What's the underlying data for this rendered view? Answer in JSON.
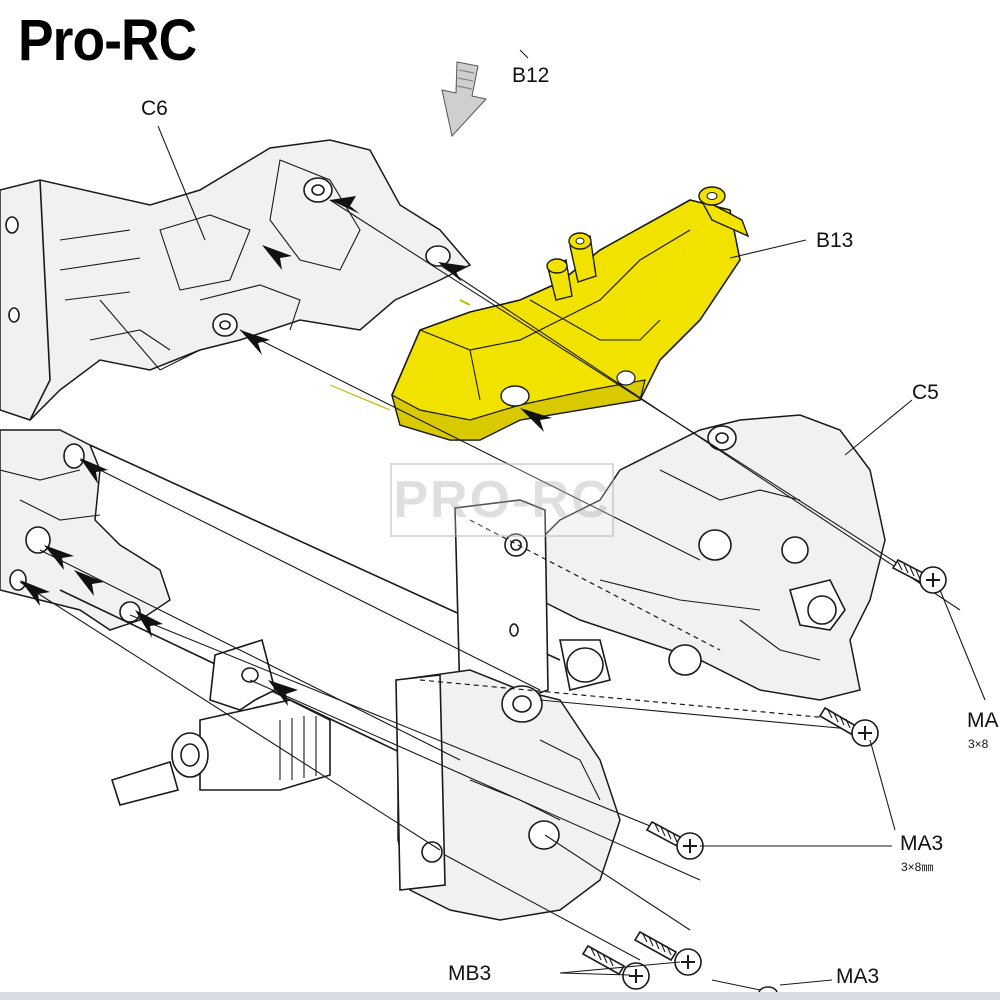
{
  "brand": {
    "text": "Pro-RC"
  },
  "watermark": {
    "text": "PRO-RC"
  },
  "labels": {
    "b12": "B12",
    "c6": "C6",
    "b13": "B13",
    "c5": "C5",
    "ma3_right": "MA",
    "ma3_right_size": "3×8",
    "ma3_mid": "MA3",
    "ma3_mid_size": "3×8㎜",
    "mb3": "MB3",
    "ma3_bottom": "MA3"
  },
  "colors": {
    "highlight": "#f2e200",
    "highlight_shadow": "#c9b800",
    "line": "#1a1a1a"
  }
}
